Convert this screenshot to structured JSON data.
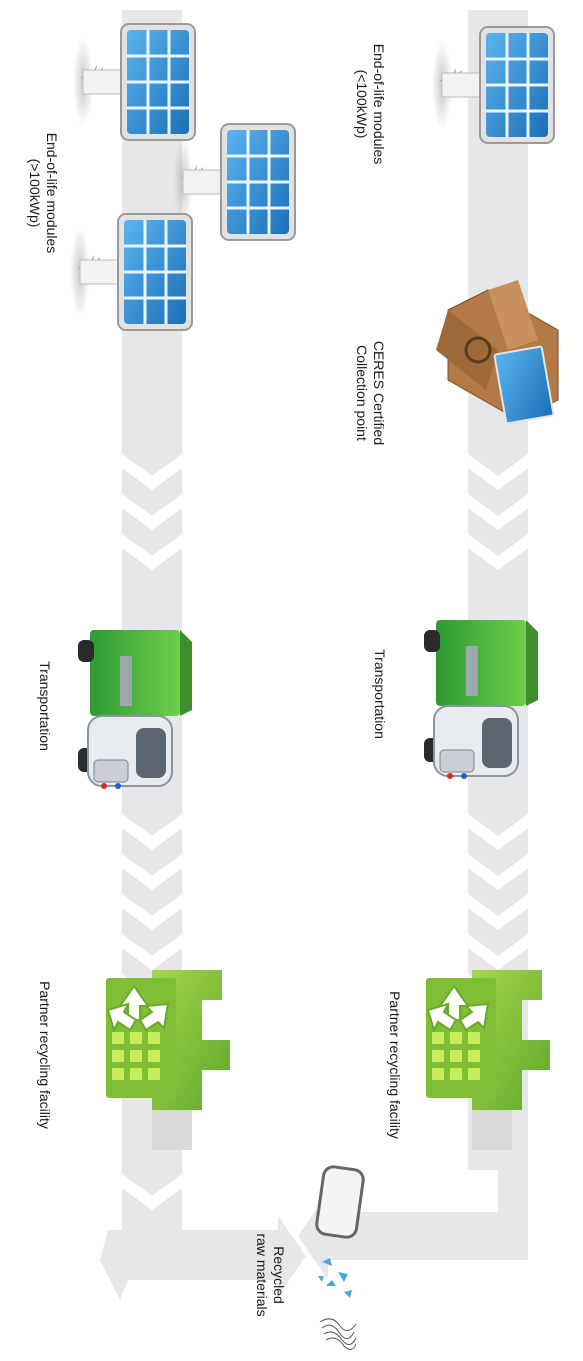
{
  "lanes": {
    "right": {
      "modules_label": "End-of-life modules\n(<100kWp)",
      "collection_label": "CERES Certified\nCollection point",
      "transport_label": "Transportation",
      "facility_label": "Partner recycling facility"
    },
    "left": {
      "modules_label": "End-of-life modules\n(>100kWp)",
      "transport_label": "Transportation",
      "facility_label": "Partner recycling facility"
    }
  },
  "output": {
    "label": "Recycled\nraw materials"
  },
  "colors": {
    "lane": "#e6e7e9",
    "chevron": "#ffffff",
    "panel": "#2b8fd6",
    "truck_cargo": "#4db848",
    "facility": "#8cc63f"
  },
  "icons": [
    "solar-panel-icon",
    "collection-box-icon",
    "truck-icon",
    "recycling-facility-icon",
    "glass-icon",
    "fragments-icon",
    "wire-icon"
  ]
}
